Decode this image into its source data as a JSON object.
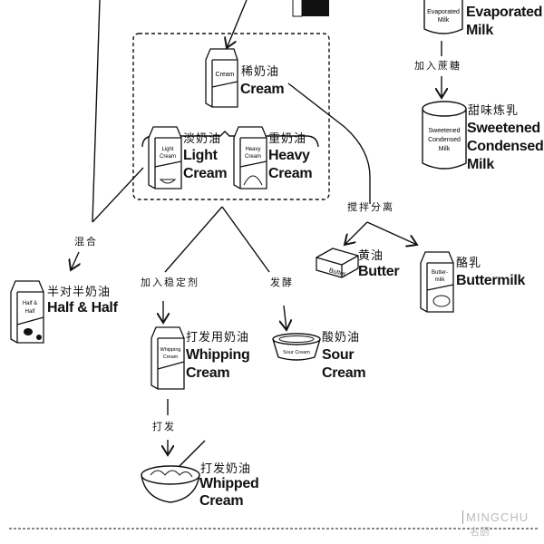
{
  "nodes": {
    "evaporated_milk": {
      "en1": "Evaporated",
      "en2": "Milk",
      "can_label": "Evaporated Milk"
    },
    "sweetened_condensed_milk": {
      "zh": "甜味炼乳",
      "en1": "Sweetened",
      "en2": "Condensed",
      "en3": "Milk",
      "can_label": "Sweetened Condensed Milk"
    },
    "cream": {
      "zh": "稀奶油",
      "en": "Cream",
      "carton_label": "Cream"
    },
    "light_cream": {
      "zh": "淡奶油",
      "en1": "Light",
      "en2": "Cream",
      "carton_label": "Light Cream"
    },
    "heavy_cream": {
      "zh": "重奶油",
      "en1": "Heavy",
      "en2": "Cream",
      "carton_label": "Heavy Cream"
    },
    "half_and_half": {
      "zh": "半对半奶油",
      "en": "Half & Half",
      "carton_label": "Half & Half"
    },
    "butter": {
      "zh": "黄油",
      "en": "Butter",
      "box_label": "Butter"
    },
    "buttermilk": {
      "zh": "酪乳",
      "en": "Buttermilk",
      "carton_label": "Butter-milk"
    },
    "whipping_cream": {
      "zh": "打发用奶油",
      "en1": "Whipping",
      "en2": "Cream",
      "carton_label": "Whipping Cream"
    },
    "sour_cream": {
      "zh": "酸奶油",
      "en1": "Sour",
      "en2": "Cream",
      "tub_label": "Sour Cream"
    },
    "whipped_cream": {
      "zh": "打发奶油",
      "en1": "Whipped",
      "en2": "Cream"
    }
  },
  "steps": {
    "add_sugar": "加入蔗糖",
    "churn_separate": "搅拌分离",
    "mix": "混合",
    "add_stabilizer": "加入稳定剂",
    "ferment": "发酵",
    "whip": "打发"
  },
  "logo": {
    "en": "MINGCHU",
    "zh": "名厨"
  }
}
